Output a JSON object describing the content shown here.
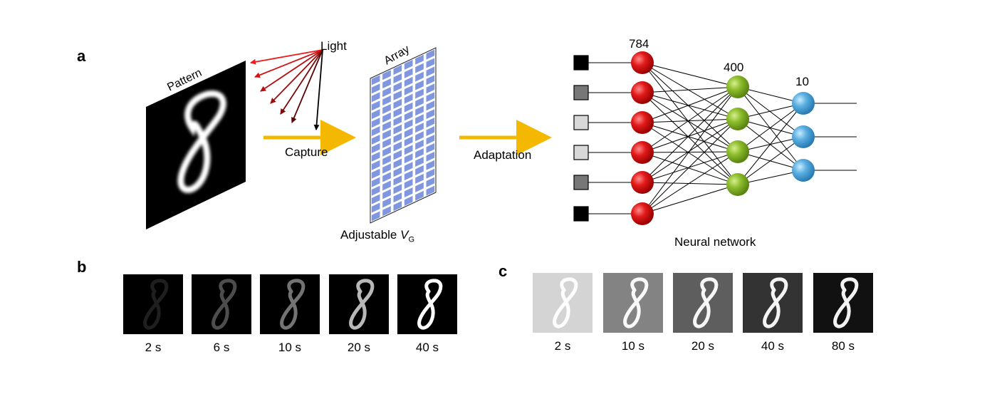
{
  "panel_labels": {
    "a": "a",
    "b": "b",
    "c": "c"
  },
  "panel_a": {
    "pattern_label": "Pattern",
    "light_label": "Light",
    "array_label": "Array",
    "capture_label": "Capture",
    "adjustable_label": "Adjustable ",
    "vg_symbol": "V",
    "vg_subscript": "G",
    "adaptation_label": "Adaptation",
    "network": {
      "caption": "Neural network",
      "layer_sizes": [
        "784",
        "400",
        "10"
      ],
      "input_shades": [
        "#000000",
        "#777777",
        "#d8d8d8",
        "#d8d8d8",
        "#777777",
        "#000000"
      ],
      "layer_colors": [
        "#e01818",
        "#8cbc2c",
        "#5aaee0"
      ]
    },
    "light_ray_colors": [
      "#ee1c1c",
      "#d01414",
      "#b81010",
      "#9c0c0c",
      "#7e0808",
      "#5a0404",
      "#000000"
    ],
    "arrow_color": "#f5b800",
    "array_cell_color": "#8097e0"
  },
  "panel_b": {
    "times": [
      "2 s",
      "6 s",
      "10 s",
      "20 s",
      "40 s"
    ],
    "digit_brightness": [
      0.12,
      0.3,
      0.45,
      0.72,
      1.0
    ]
  },
  "panel_c": {
    "times": [
      "2 s",
      "10 s",
      "20 s",
      "40 s",
      "80 s"
    ],
    "background_gray": [
      "#d4d4d4",
      "#838383",
      "#5e5e5e",
      "#333333",
      "#111111"
    ]
  }
}
